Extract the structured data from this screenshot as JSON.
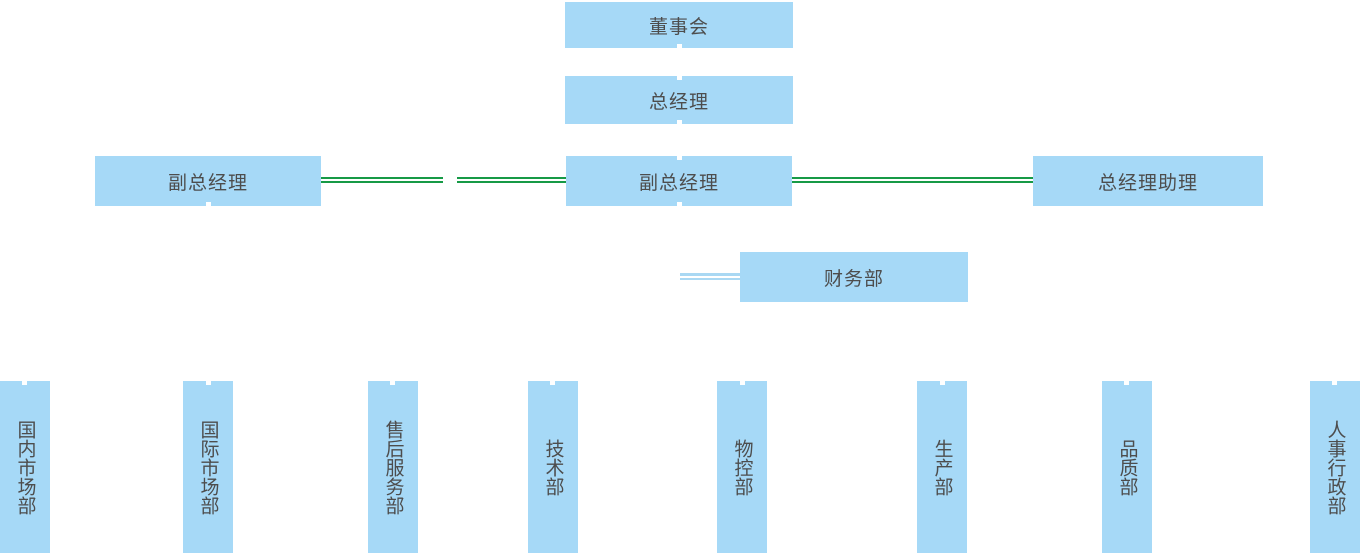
{
  "org": {
    "board": {
      "label": "董事会"
    },
    "gm": {
      "label": "总经理"
    },
    "row3": [
      {
        "label": "副总经理"
      },
      {
        "label": "副总经理"
      },
      {
        "label": "总经理助理"
      }
    ],
    "finance": {
      "label": "财务部"
    },
    "departments": [
      {
        "label": "国内市场部"
      },
      {
        "label": "国际市场部"
      },
      {
        "label": "售后服务部"
      },
      {
        "label": "技术部"
      },
      {
        "label": "物控部"
      },
      {
        "label": "生产部"
      },
      {
        "label": "品质部"
      },
      {
        "label": "人事行政部"
      }
    ],
    "connections": [
      {
        "from": "副总经理(左)",
        "to": "副总经理(中)",
        "style": "double-line",
        "color": "#169a46"
      },
      {
        "from": "副总经理(中)",
        "to": "总经理助理",
        "style": "double-line",
        "color": "#169a46"
      },
      {
        "from": "副总经理(中)",
        "to": "财务部",
        "style": "double-line",
        "color": "#a9d8f3"
      }
    ]
  },
  "colors": {
    "box_fill": "#a6d9f7",
    "text": "#4d4d4d",
    "green_connector": "#169a46",
    "blue_connector": "#a9d8f3",
    "background": "#ffffff"
  }
}
